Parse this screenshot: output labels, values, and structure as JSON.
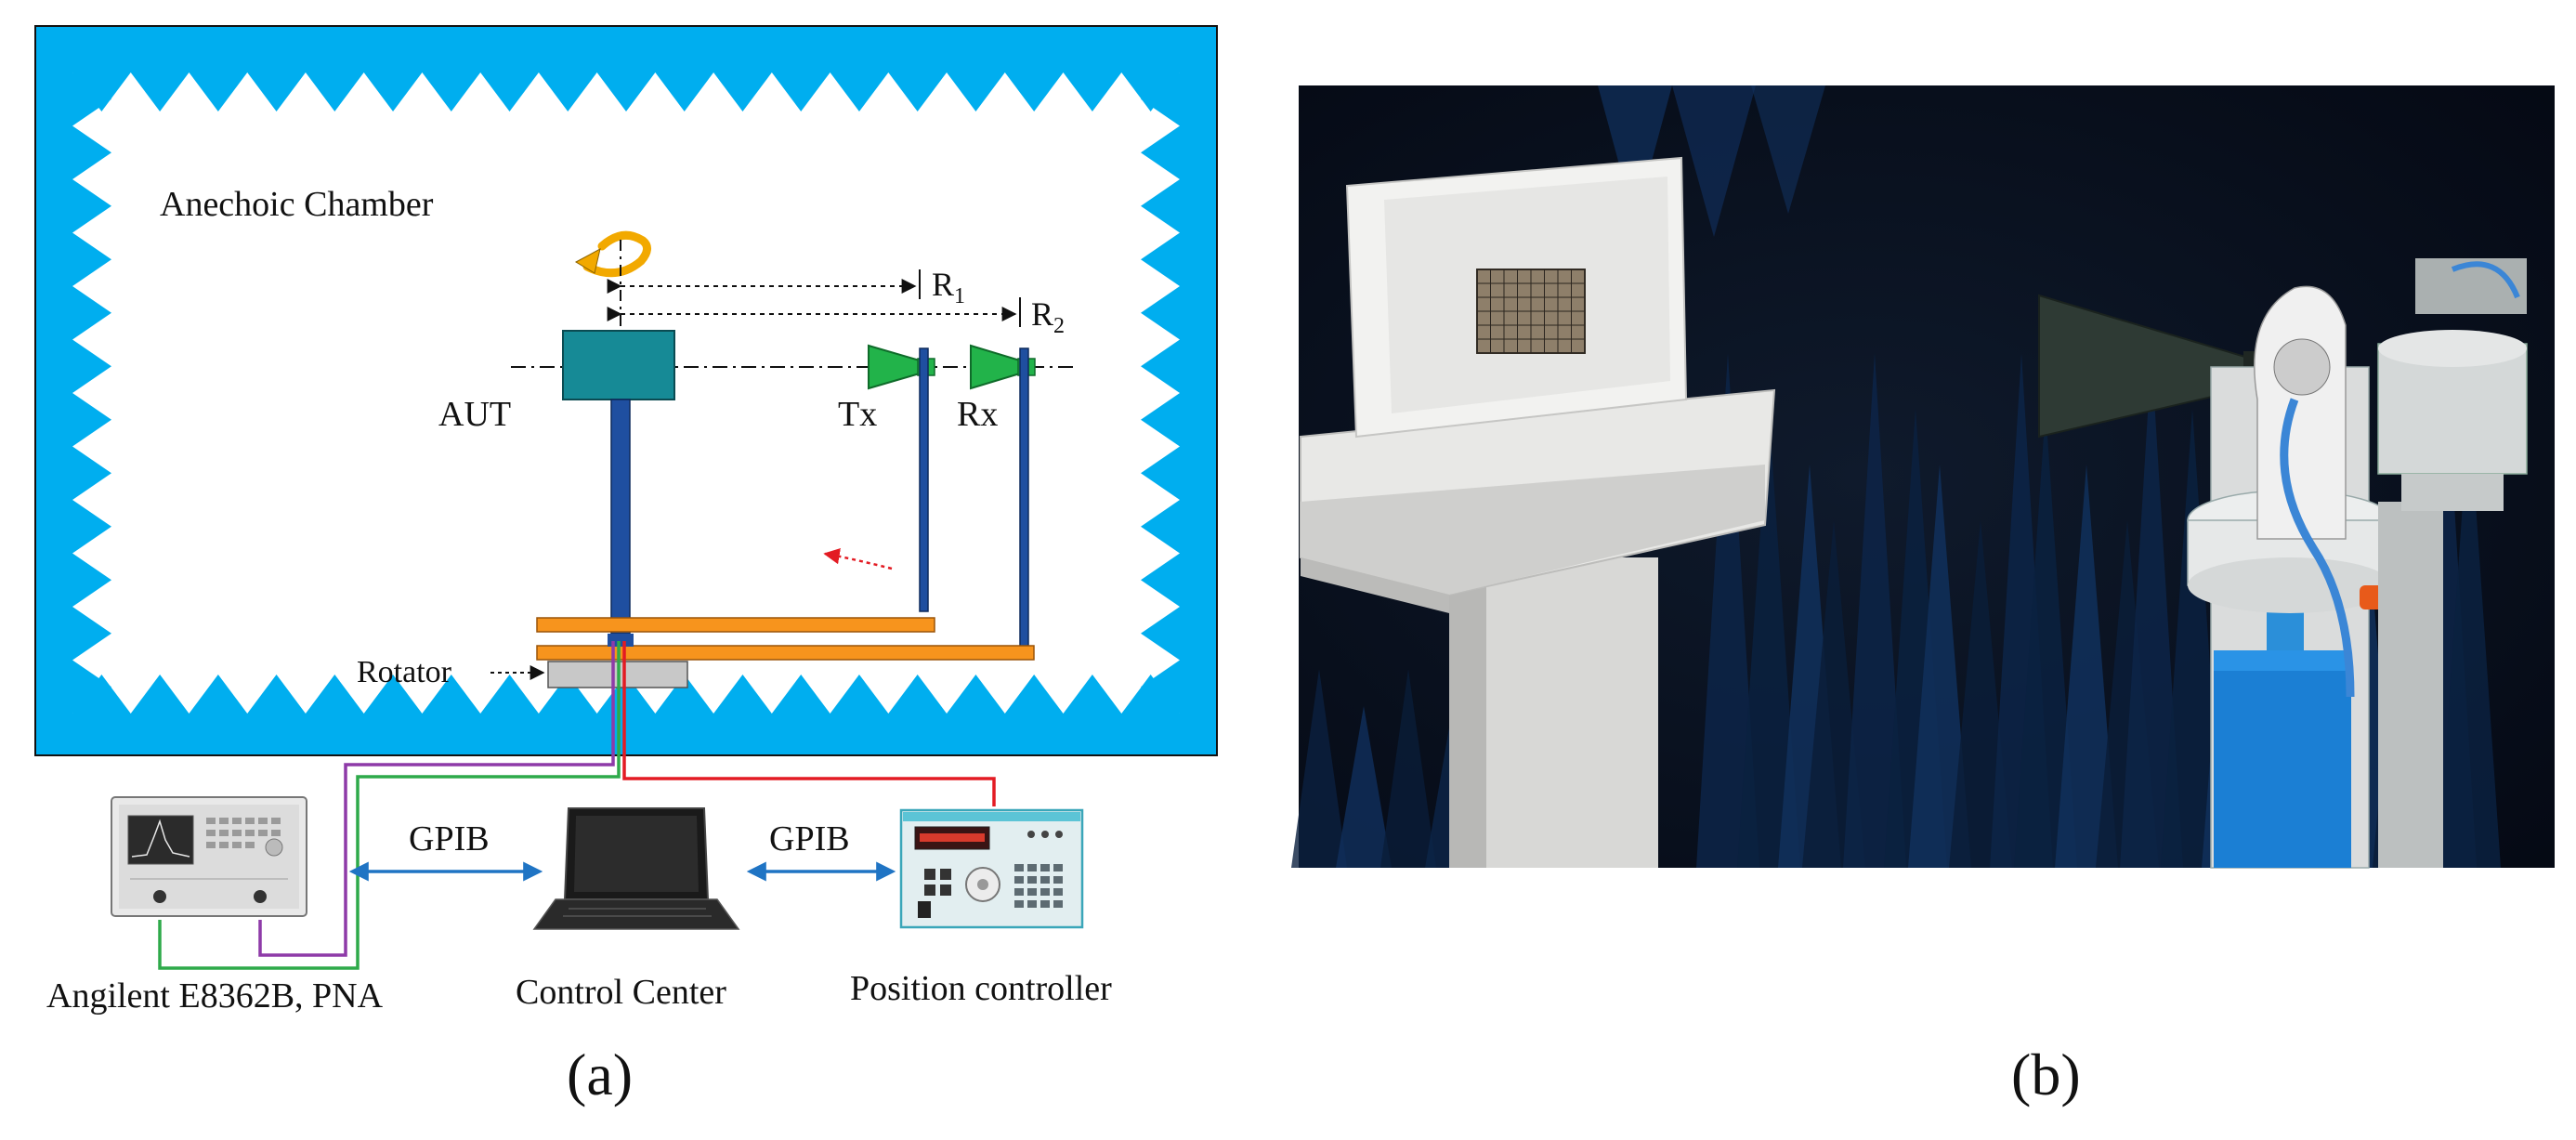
{
  "panel_a": {
    "chamber_label": "Anechoic Chamber",
    "r1_label": "R",
    "r1_sub": "1",
    "r2_label": "R",
    "r2_sub": "2",
    "aut_label": "AUT",
    "tx_label": "Tx",
    "rx_label": "Rx",
    "rotator_label": "Rotator",
    "gpib_left": "GPIB",
    "gpib_right": "GPIB",
    "pna_label": "Angilent E8362B, PNA",
    "control_center_label": "Control Center",
    "position_controller_label": "Position controller",
    "caption": "(a)",
    "icons": [
      "rotation-arrow-icon",
      "horn-antenna-icon",
      "network-analyzer-icon",
      "laptop-icon",
      "position-controller-icon"
    ]
  },
  "panel_b": {
    "caption": "(b)",
    "photo": "anechoic-chamber-measurement-photo"
  },
  "colors": {
    "absorber": "#00aeef",
    "aut": "#168a96",
    "horn": "#22b34a",
    "mast": "#1f4fa0",
    "platform": "#f7941d",
    "rotator": "#c8c8c8",
    "cable_red": "#e31b23",
    "cable_purple": "#8e3aa8",
    "cable_green": "#2eaa4a",
    "gpib_arrow": "#1f74c4"
  }
}
